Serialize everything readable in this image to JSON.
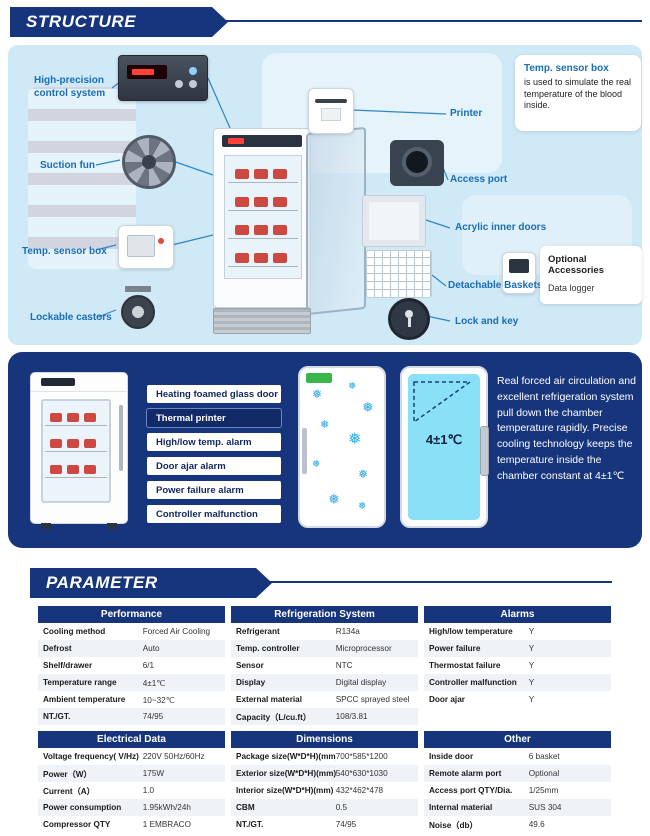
{
  "page": {
    "structure_title": "STRUCTURE",
    "parameter_title": "PARAMETER"
  },
  "icons": {
    "snowflake": "❅"
  },
  "colors": {
    "navy": "#17357c",
    "light_blue": "#cfe9f6",
    "accent_blue": "#1a6db6",
    "cyan": "#8ae0f6"
  },
  "structure": {
    "callouts": {
      "control_system": "High-precision control system",
      "suction_fan": "Suction fun",
      "temp_sensor": "Temp. sensor box",
      "castors": "Lockable castors",
      "printer": "Printer",
      "access_port": "Access port",
      "inner_doors": "Acrylic inner doors",
      "baskets": "Detachable Baskets",
      "lock": "Lock and key"
    },
    "sensor_note": {
      "title": "Temp. sensor box",
      "body": "is used to simulate the real temperature of the blood inside."
    },
    "optional": {
      "title": "Optional Accessories",
      "item": "Data logger"
    }
  },
  "features": {
    "labels": [
      "Heating foamed glass door",
      "Thermal printer",
      "High/low temp. alarm",
      "Door ajar alarm",
      "Power failure alarm",
      "Controller malfunction"
    ],
    "temp_badge": "4±1℃",
    "description": "Real forced air circulation and excellent refrigeration system pull down the chamber temperature rapidly. Precise cooling technology keeps the temperature inside the chamber constant at 4±1℃"
  },
  "tables": {
    "performance": {
      "title": "Performance",
      "rows": [
        {
          "label": "Cooling method",
          "value": "Forced Air Cooling"
        },
        {
          "label": "Defrost",
          "value": "Auto"
        },
        {
          "label": "Shelf/drawer",
          "value": "6/1"
        },
        {
          "label": "Temperature range",
          "value": "4±1℃"
        },
        {
          "label": "Ambient temperature",
          "value": "10~32℃"
        },
        {
          "label": "NT./GT.",
          "value": "74/95"
        }
      ]
    },
    "refrigeration": {
      "title": "Refrigeration System",
      "rows": [
        {
          "label": "Refrigerant",
          "value": "R134a"
        },
        {
          "label": "Temp. controller",
          "value": "Microprocessor"
        },
        {
          "label": "Sensor",
          "value": "NTC"
        },
        {
          "label": "Display",
          "value": "Digital display"
        },
        {
          "label": "External material",
          "value": "SPCC sprayed steel"
        },
        {
          "label": "Capacity（L/cu.ft）",
          "value": "108/3.81"
        }
      ]
    },
    "alarms": {
      "title": "Alarms",
      "rows": [
        {
          "label": "High/low temperature",
          "value": "Y"
        },
        {
          "label": "Power failure",
          "value": "Y"
        },
        {
          "label": "Thermostat failure",
          "value": "Y"
        },
        {
          "label": "Controller malfunction",
          "value": "Y"
        },
        {
          "label": "Door ajar",
          "value": "Y"
        }
      ]
    },
    "electrical": {
      "title": "Electrical Data",
      "rows": [
        {
          "label": "Voltage frequency( V/Hz)",
          "value": "220V 50Hz/60Hz"
        },
        {
          "label": "Power（W）",
          "value": "175W"
        },
        {
          "label": "Current（A）",
          "value": "1.0"
        },
        {
          "label": "Power consumption",
          "value": "1.95kWh/24h"
        },
        {
          "label": "Compressor QTY",
          "value": "1 EMBRACO"
        }
      ]
    },
    "dimensions": {
      "title": "Dimensions",
      "rows": [
        {
          "label": "Package size(W*D*H)(mm)",
          "value": "700*585*1200"
        },
        {
          "label": "Exterior size(W*D*H)(mm)",
          "value": "540*630*1030"
        },
        {
          "label": "Interior size(W*D*H)(mm)",
          "value": "432*462*478"
        },
        {
          "label": "CBM",
          "value": "0.5"
        },
        {
          "label": "NT./GT.",
          "value": "74/95"
        }
      ]
    },
    "other": {
      "title": "Other",
      "rows": [
        {
          "label": "Inside door",
          "value": "6 basket"
        },
        {
          "label": "Remote alarm port",
          "value": "Optional"
        },
        {
          "label": "Access port QTY/Dia.",
          "value": "1/25mm"
        },
        {
          "label": "Internal material",
          "value": "SUS 304"
        },
        {
          "label": "Noise（db）",
          "value": "49.6"
        }
      ]
    }
  }
}
